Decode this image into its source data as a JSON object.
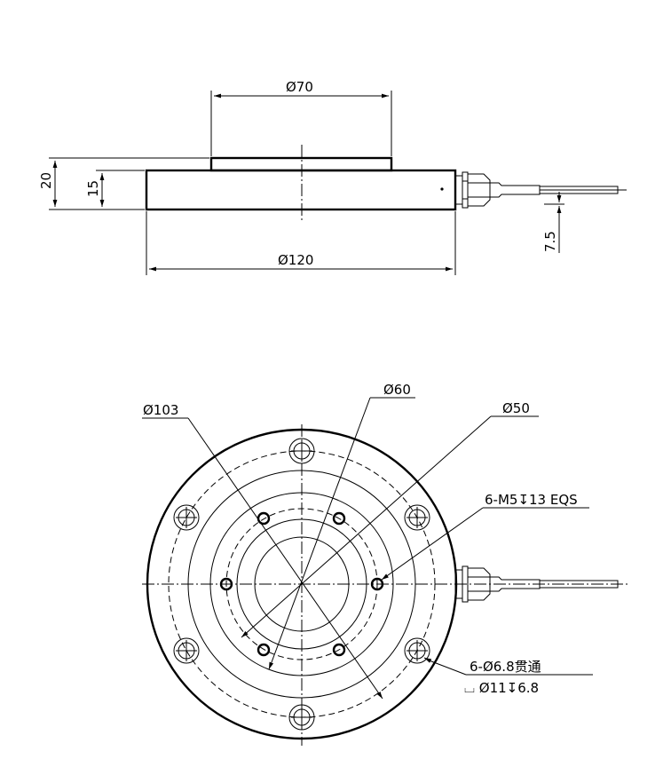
{
  "side_view": {
    "dia_top": "Ø70",
    "height_total": "20",
    "height_body": "15",
    "dia_body": "Ø120",
    "cable_offset": "7.5"
  },
  "top_view": {
    "dia_bolt_circle": "Ø103",
    "dia_boss": "Ø60",
    "dia_inner_holes": "Ø50",
    "thread_callout": "6-M5↧13 EQS",
    "through_hole_callout": "6-Ø6.8贯通",
    "counterbore_callout": "⌴ Ø11↧6.8"
  }
}
